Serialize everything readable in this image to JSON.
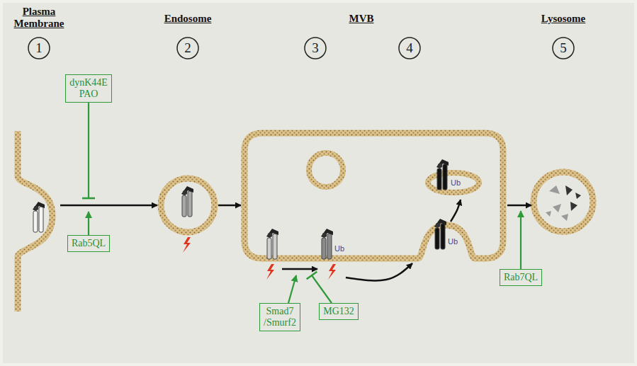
{
  "diagram": {
    "nodes": [
      {
        "text": [
          "1"
        ]
      },
      {
        "text": [
          "2"
        ]
      },
      {
        "text": [
          "3"
        ]
      },
      {
        "text": [
          "4"
        ]
      },
      {
        "text": [
          "5"
        ]
      },
      {
        "text": [
          "dynK44E PAO"
        ]
      },
      {
        "text": [
          "Rab5QL"
        ]
      },
      {
        "text": [
          "Smad7 /Smurf2"
        ]
      },
      {
        "text": [
          "MG132"
        ]
      },
      {
        "text": [
          "Rab7QL"
        ]
      }
    ],
    "labels": [
      "Plasma Membrane",
      "Endosome",
      "MVB",
      "Lysosome",
      "Ub",
      "Ub",
      "Ub"
    ]
  }
}
